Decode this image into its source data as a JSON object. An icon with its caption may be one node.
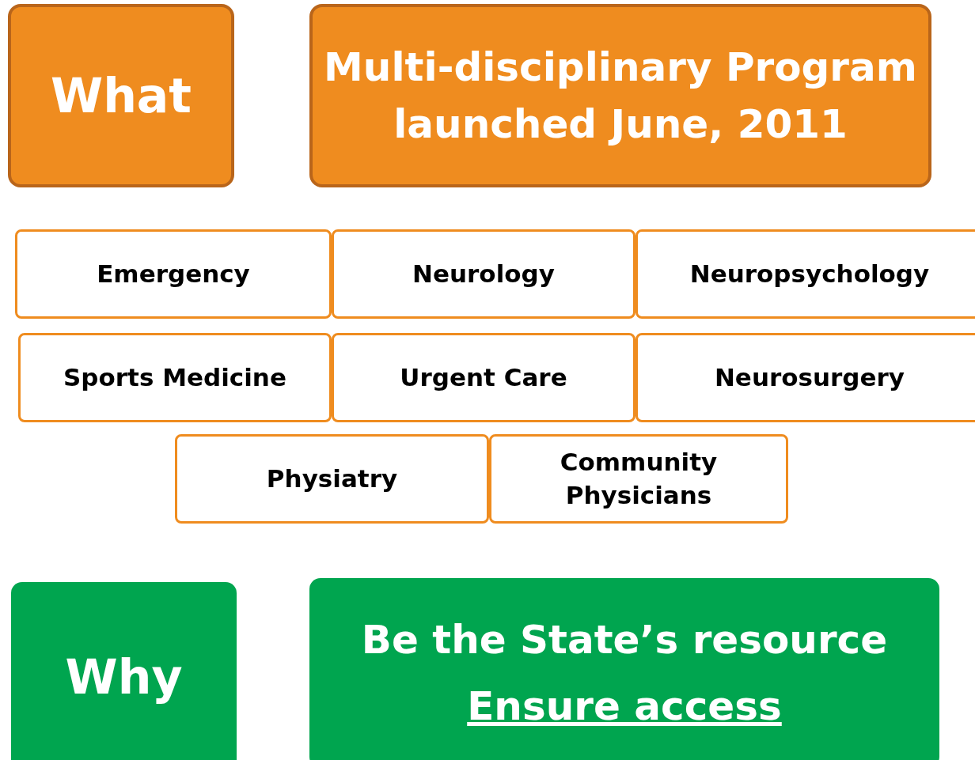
{
  "diagram": {
    "nodes": [
      {
        "text": [
          "What"
        ]
      },
      {
        "text": [
          "Multi-disciplinary Program launched June, 2011"
        ]
      },
      {
        "text": [
          "Emergency"
        ]
      },
      {
        "text": [
          "Neurology"
        ]
      },
      {
        "text": [
          "Neuropsychology"
        ]
      },
      {
        "text": [
          "Sports Medicine"
        ]
      },
      {
        "text": [
          "Urgent Care"
        ]
      },
      {
        "text": [
          "Neurosurgery"
        ]
      },
      {
        "text": [
          "Physiatry"
        ]
      },
      {
        "text": [
          "Community Physicians"
        ]
      },
      {
        "text": [
          "Why"
        ]
      },
      {
        "text": [
          "Be the State’s resource",
          "Ensure access"
        ]
      }
    ]
  }
}
